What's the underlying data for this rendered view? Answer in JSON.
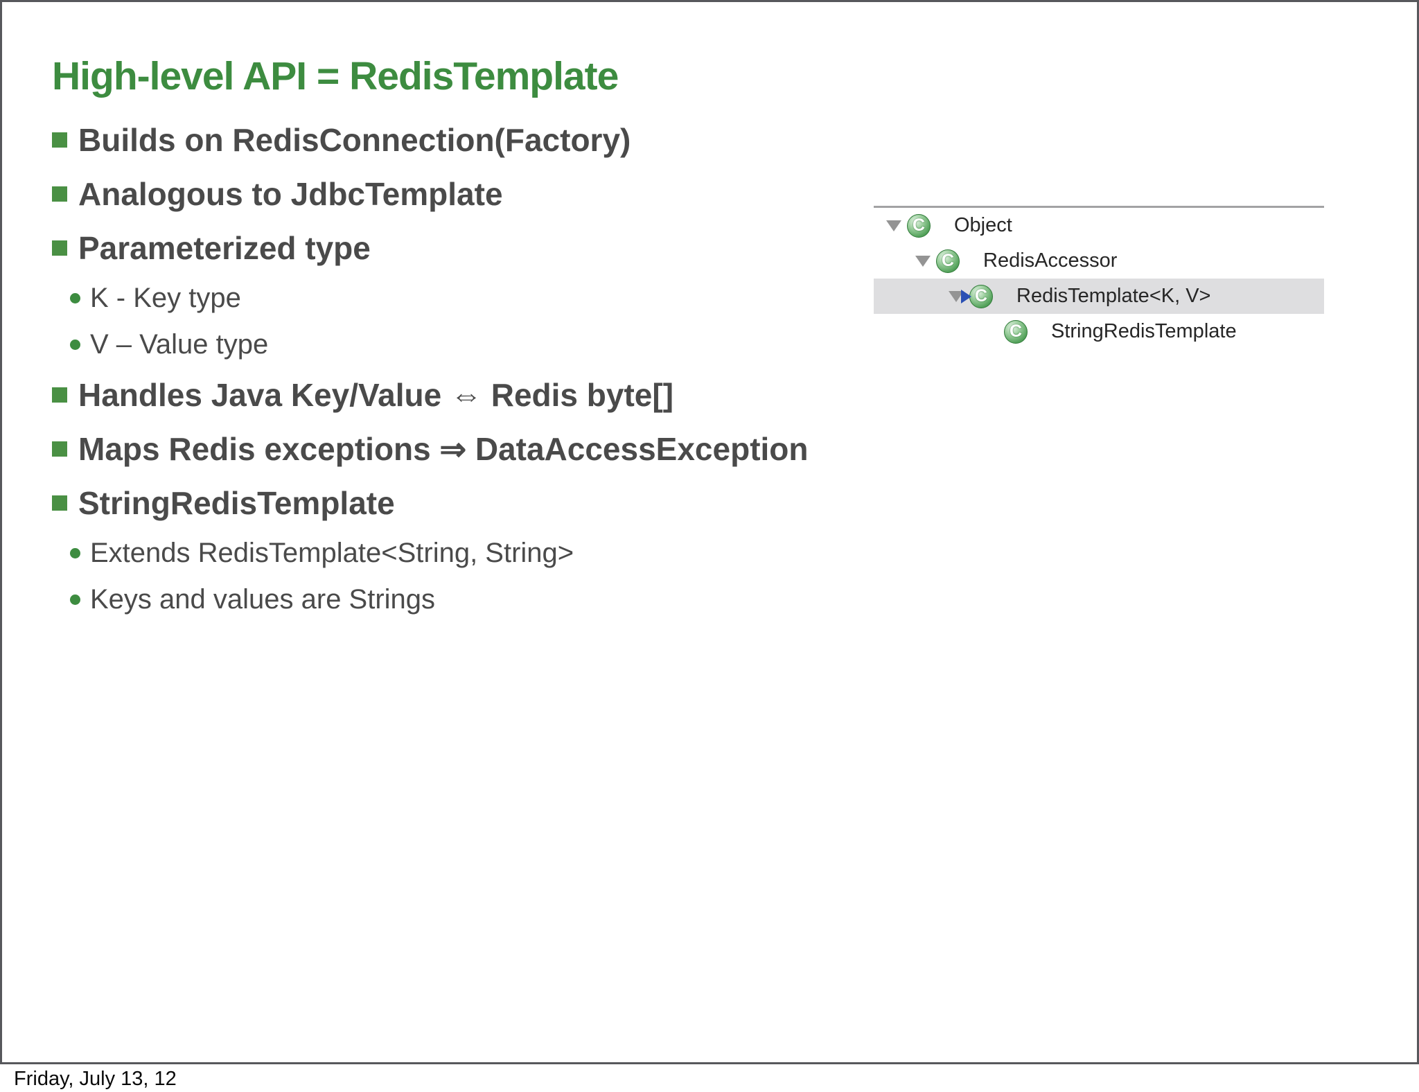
{
  "slide": {
    "title": "High-level API = RedisTemplate",
    "bullets": [
      {
        "level": 1,
        "text": "Builds on RedisConnection(Factory)"
      },
      {
        "level": 1,
        "text": "Analogous to JdbcTemplate"
      },
      {
        "level": 1,
        "text": "Parameterized type"
      },
      {
        "level": 2,
        "text": "K - Key type"
      },
      {
        "level": 2,
        "text": "V – Value type"
      },
      {
        "level": 1,
        "text": "Handles Java Key/Value ⇔ Redis byte[]"
      },
      {
        "level": 1,
        "text": "Maps Redis exceptions ⇒ DataAccessException"
      },
      {
        "level": 1,
        "text": "StringRedisTemplate"
      },
      {
        "level": 2,
        "text": "Extends RedisTemplate<String, String>"
      },
      {
        "level": 2,
        "text": "Keys and values are Strings"
      }
    ]
  },
  "tree": {
    "icon_letter": "C",
    "rows": [
      {
        "label": "Object",
        "indent": 0,
        "expander": true,
        "selected": false,
        "cursor": false
      },
      {
        "label": "RedisAccessor",
        "indent": 1,
        "expander": true,
        "selected": false,
        "cursor": false
      },
      {
        "label": "RedisTemplate<K, V>",
        "indent": 2,
        "expander": true,
        "selected": true,
        "cursor": true
      },
      {
        "label": "StringRedisTemplate",
        "indent": 3,
        "expander": false,
        "selected": false,
        "cursor": false
      }
    ]
  },
  "footer": {
    "date": "Friday, July 13, 12"
  },
  "icons": {
    "bullet-square-icon": "green filled square",
    "bullet-dot-icon": "green filled circle",
    "expander-triangle-icon": "gray down-pointing triangle",
    "class-icon": "green circle with white letter C",
    "mouse-cursor-icon": "blue right-pointing pointer"
  },
  "colors": {
    "title_green": "#3d8c40",
    "bullet_green": "#4a9044",
    "body_text": "#4a4a4a",
    "tree_text": "#262626",
    "tree_selection": "#dedee0",
    "frame_border": "#57585c",
    "tree_separator": "#a2a2a4",
    "cursor_blue": "#2a50b4"
  }
}
